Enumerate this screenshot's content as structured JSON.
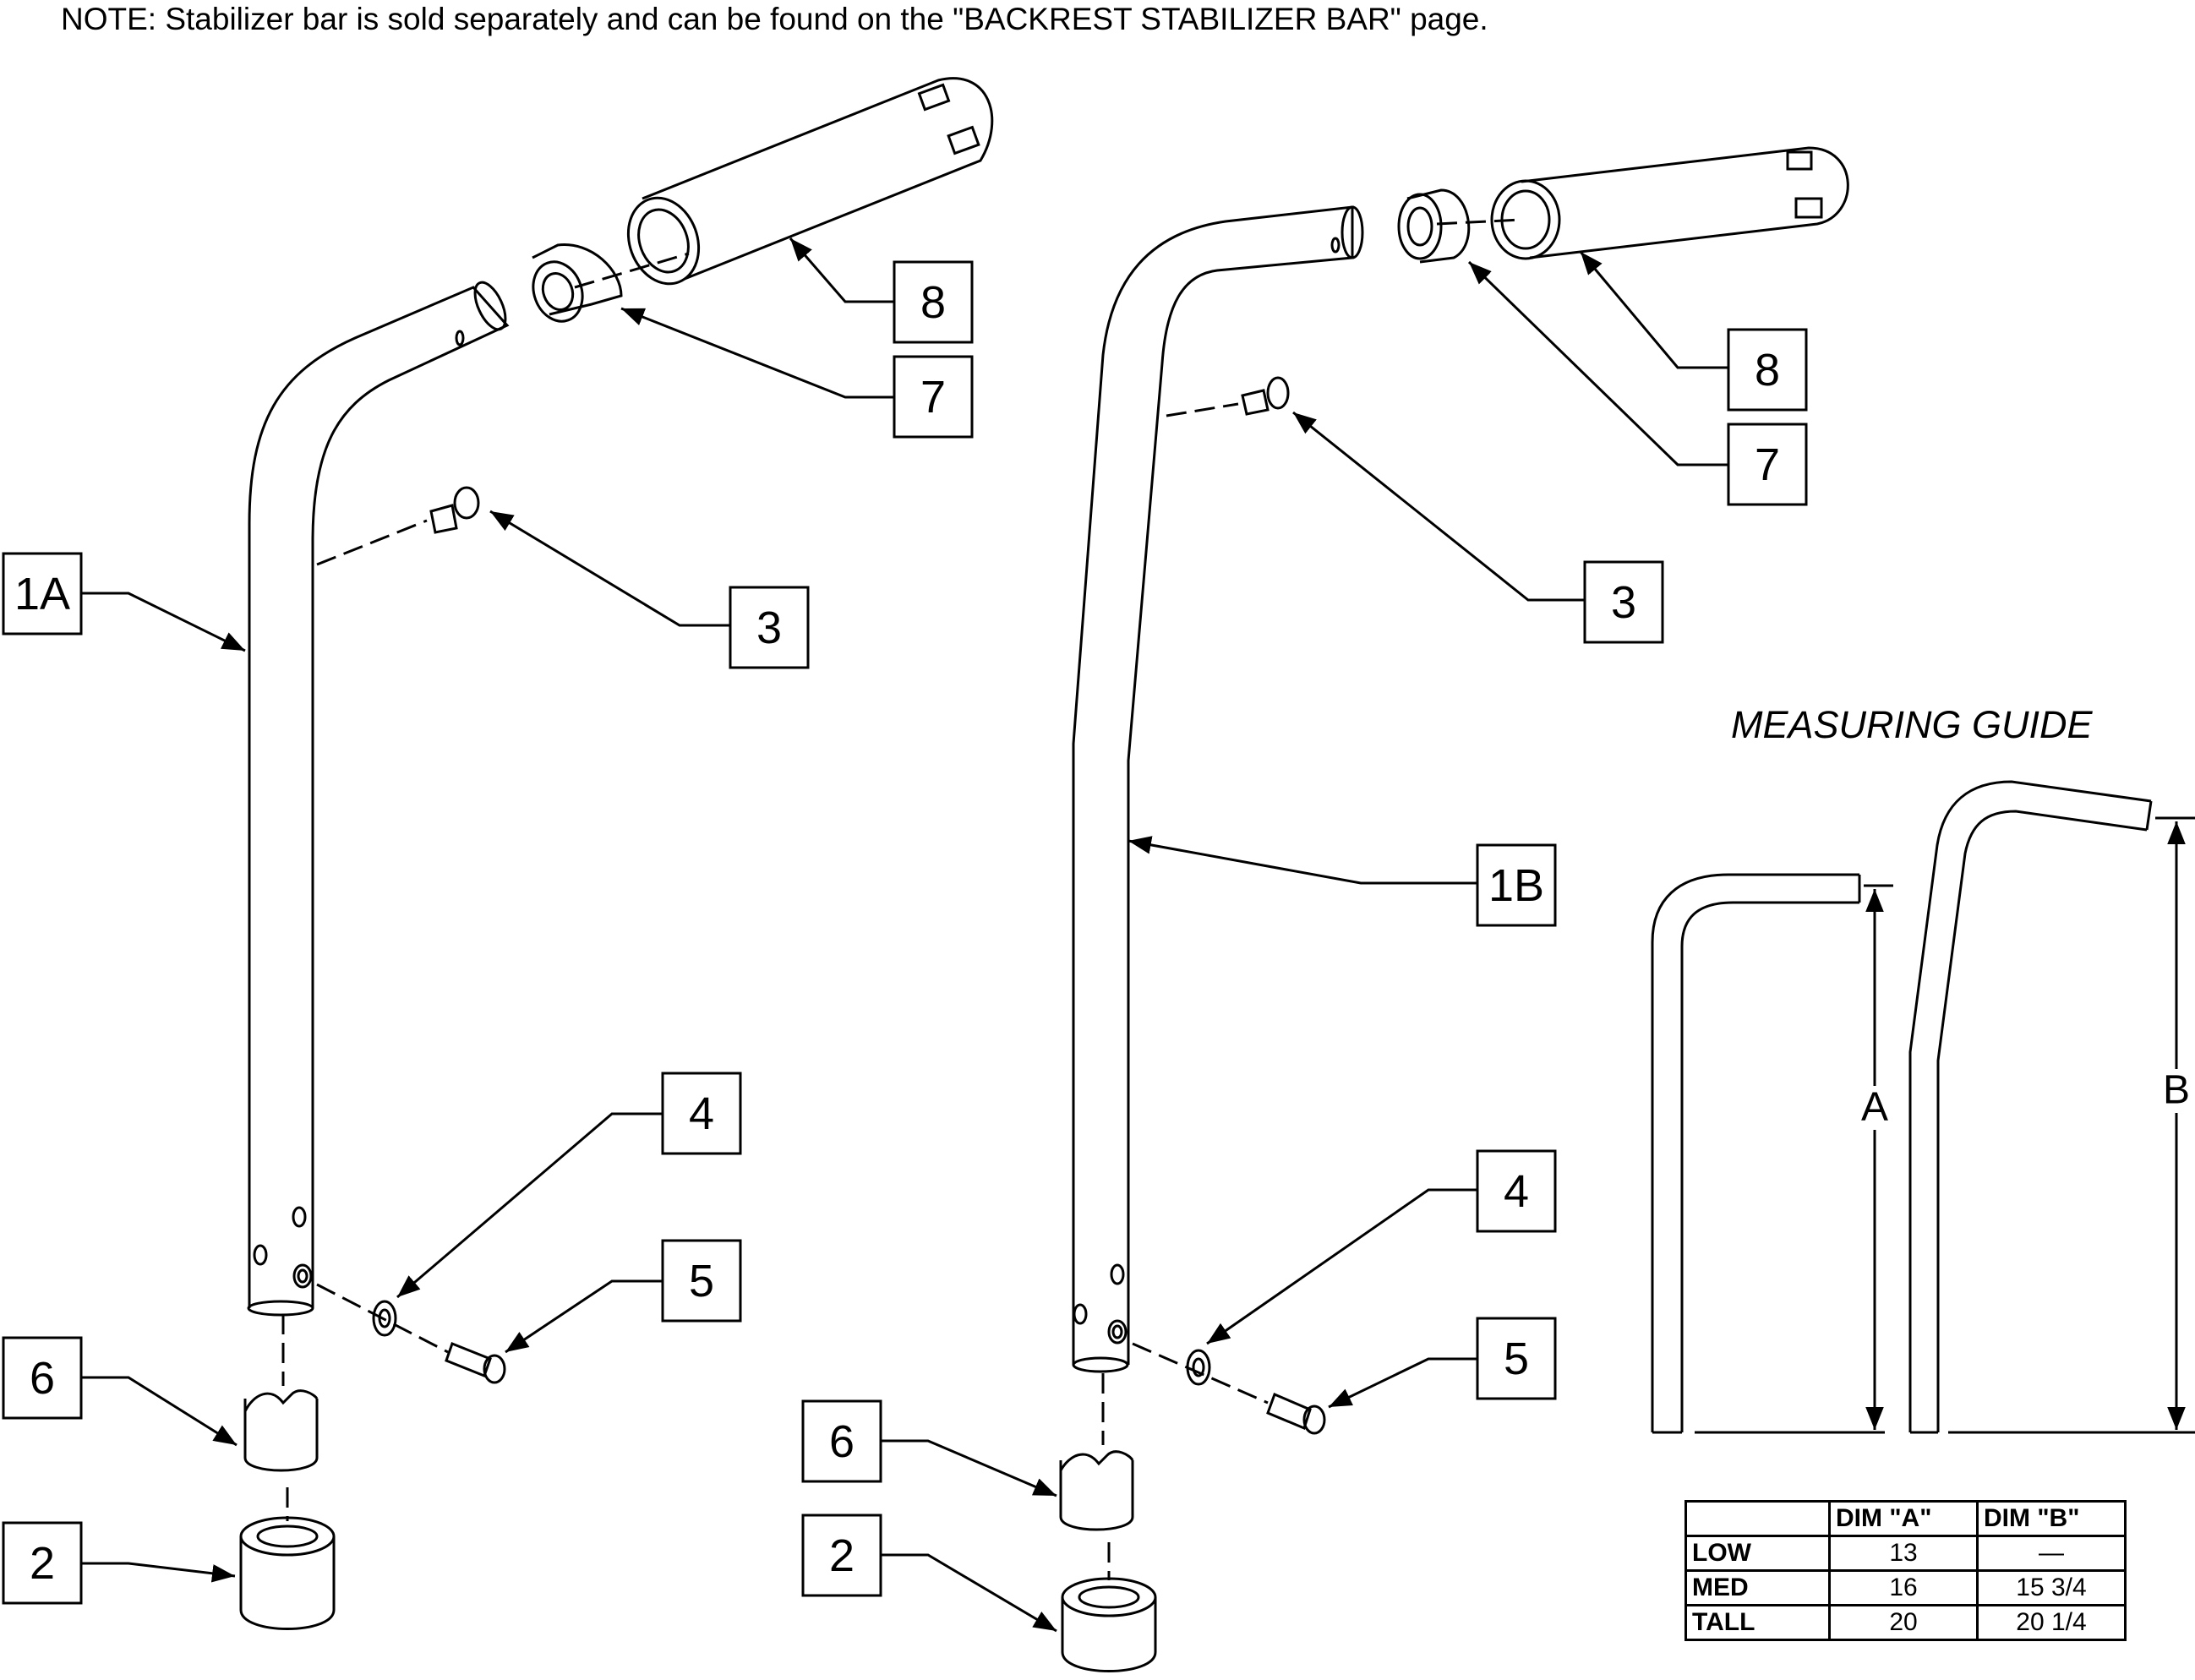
{
  "note": "NOTE: Stabilizer bar is sold separately and can be found on the \"BACKREST STABILIZER BAR\" page.",
  "left_assembly": {
    "callouts": [
      "1A",
      "2",
      "3",
      "4",
      "5",
      "6",
      "7",
      "8"
    ]
  },
  "right_assembly": {
    "callouts": [
      "1B",
      "2",
      "3",
      "4",
      "5",
      "6",
      "7",
      "8"
    ]
  },
  "measuring_guide": {
    "title": "MEASURING GUIDE",
    "dim_a_label": "A",
    "dim_b_label": "B",
    "table": {
      "headers": [
        "",
        "DIM \"A\"",
        "DIM \"B\""
      ],
      "rows": [
        {
          "label": "LOW",
          "a": "13",
          "b": "—"
        },
        {
          "label": "MED",
          "a": "16",
          "b": "15 3/4"
        },
        {
          "label": "TALL",
          "a": "20",
          "b": "20 1/4"
        }
      ]
    }
  },
  "colors": {
    "line": "#000000",
    "background": "#ffffff"
  }
}
